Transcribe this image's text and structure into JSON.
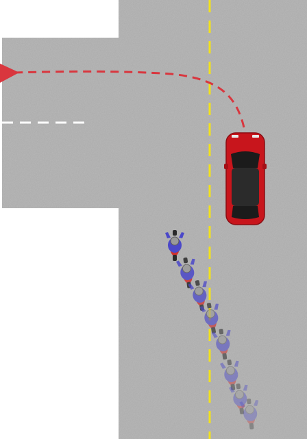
{
  "scene": {
    "description_type": "top-down traffic diagram",
    "colors": {
      "background": "#ffffff",
      "road": "#a9a9a9",
      "center_line": "#f2e21b",
      "lane_line": "#ffffff",
      "path_arrow": "#d9363e",
      "car_body": "#c8151c",
      "rider_jacket": "#4b48c9",
      "motorcycle_body": "#d0302c"
    },
    "elements": {
      "car": {
        "icon": "car-icon",
        "heading": "up"
      },
      "motorcycle_sequence": {
        "icon": "motorcycle-rider-icon",
        "count": 8,
        "note_opacity_fades": true
      },
      "turn_path": {
        "icon": "dashed-arrow-left",
        "style": "dashed"
      },
      "center_line": {
        "style": "dashed-yellow"
      },
      "side_lane_line": {
        "style": "dashed-white"
      }
    }
  }
}
